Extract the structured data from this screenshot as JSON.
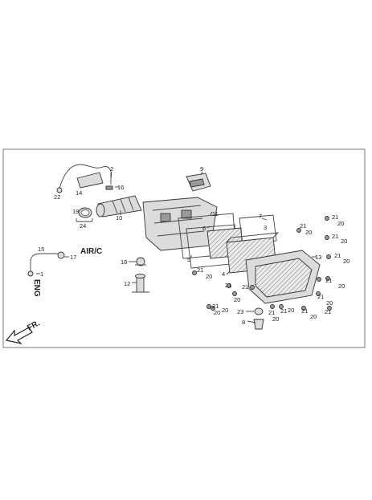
{
  "diagram": {
    "callouts": {
      "c1": "1",
      "c2": "2",
      "c3": "3",
      "c4": "4",
      "c5": "5",
      "c6": "6",
      "c7": "7",
      "c8": "8",
      "c9": "9",
      "c10": "10",
      "c11": "11",
      "c12": "12",
      "c13": "13",
      "c14": "14",
      "c15": "15",
      "c16": "16",
      "c17": "17",
      "c18": "18",
      "c19": "19",
      "c20": "20",
      "c21": "21",
      "c22": "22",
      "c23": "23",
      "c24": "24"
    },
    "labels": {
      "air_c": "AIR/C",
      "eng": "ENG",
      "front": "FR."
    },
    "colors": {
      "line": "#444444",
      "part_fill": "#dcdcdc",
      "frame": "#777777"
    }
  }
}
